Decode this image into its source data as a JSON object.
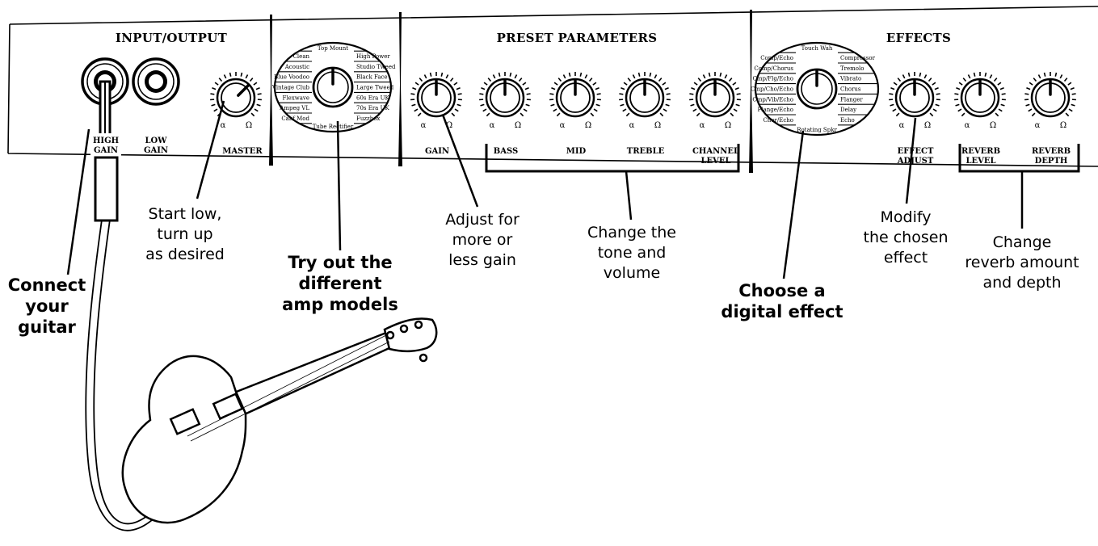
{
  "sections": {
    "input_output": "INPUT/OUTPUT",
    "preset_parameters": "PRESET PARAMETERS",
    "effects": "EFFECTS"
  },
  "jacks": {
    "high": [
      "HIGH",
      "GAIN"
    ],
    "low": [
      "LOW",
      "GAIN"
    ]
  },
  "knob_labels": {
    "master": [
      "MASTER"
    ],
    "gain": [
      "GAIN"
    ],
    "bass": [
      "BASS"
    ],
    "mid": [
      "MID"
    ],
    "treble": [
      "TREBLE"
    ],
    "channel_level": [
      "CHANNEL",
      "LEVEL"
    ],
    "effect_adjust": [
      "EFFECT",
      "ADJUST"
    ],
    "reverb_level": [
      "REVERB",
      "LEVEL"
    ],
    "reverb_depth": [
      "REVERB",
      "DEPTH"
    ]
  },
  "scale": {
    "min": "α",
    "max": "Ω"
  },
  "amp_models": {
    "top": "Top Mount",
    "bottom": "Tube Rectifier",
    "left": [
      "Clean",
      "Acoustic",
      "Blue Voodoo",
      "Vintage Club",
      "Flexwave",
      "Ampeg VL",
      "Calif Mod"
    ],
    "right": [
      "High Power",
      "Studio Tweed",
      "Black Face",
      "Large Tweed",
      "60s Era UK",
      "70s Era UK",
      "Fuzzbox"
    ]
  },
  "effects_list": {
    "top": "Touch Wah",
    "bottom": "Rotating Spkr",
    "left": [
      "Comp/Echo",
      "Comp/Chorus",
      "Cmp/Flg/Echo",
      "Cmp/Cho/Echo",
      "Cmp/Vib/Echo",
      "Flange/Echo",
      "Chor/Echo"
    ],
    "right": [
      "Compressor",
      "Tremolo",
      "Vibrato",
      "Chorus",
      "Flanger",
      "Delay",
      "Echo"
    ]
  },
  "captions": {
    "connect": [
      "Connect",
      "your",
      "guitar"
    ],
    "master": [
      "Start low,",
      "turn up",
      "as desired"
    ],
    "models": [
      "Try out the",
      "different",
      "amp models"
    ],
    "gain": [
      "Adjust for",
      "more or",
      "less gain"
    ],
    "tone": [
      "Change the",
      "tone and",
      "volume"
    ],
    "effect": [
      "Choose a",
      "digital effect"
    ],
    "modify": [
      "Modify",
      "the chosen",
      "effect"
    ],
    "reverb": [
      "Change",
      "reverb amount",
      "and depth"
    ]
  }
}
